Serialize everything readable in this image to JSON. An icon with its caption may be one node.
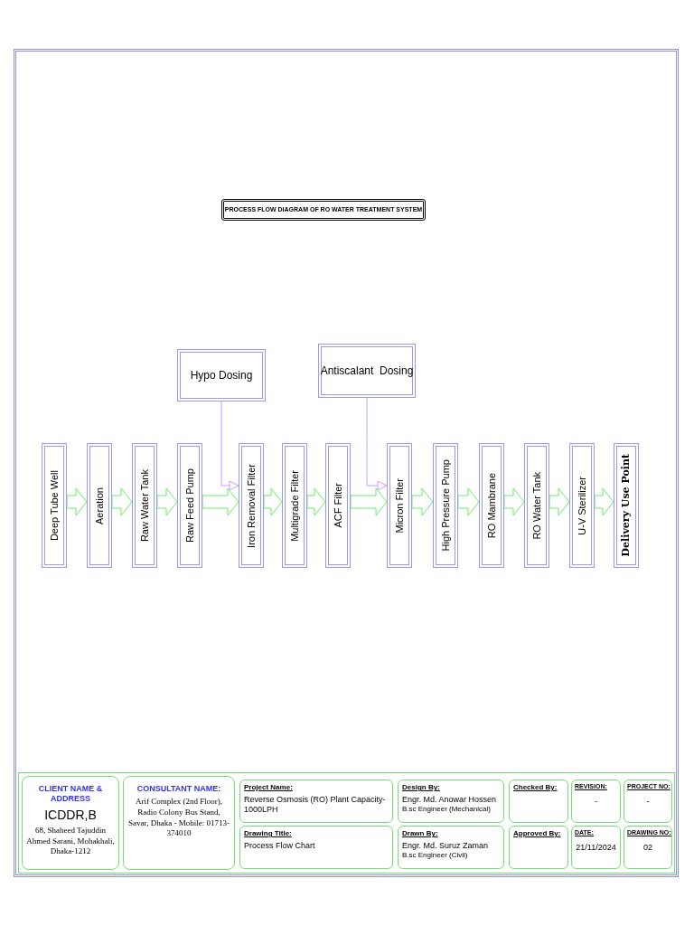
{
  "diagram": {
    "title": "PROCESS FLOW DIAGRAM OF RO WATER TREATMENT SYSTEM",
    "nodes": [
      {
        "text": [
          "Deep Tube Well"
        ]
      },
      {
        "text": [
          "Aeration"
        ]
      },
      {
        "text": [
          "Raw Water Tank"
        ]
      },
      {
        "text": [
          "Raw Feed Pump"
        ]
      },
      {
        "text": [
          "Iron Removal Filter"
        ]
      },
      {
        "text": [
          "Multigrade Filter"
        ]
      },
      {
        "text": [
          "ACF Filter"
        ]
      },
      {
        "text": [
          "Micron Filter"
        ]
      },
      {
        "text": [
          "High Pressure Pump"
        ]
      },
      {
        "text": [
          "RO Mambrane"
        ]
      },
      {
        "text": [
          "RO Water Tank"
        ]
      },
      {
        "text": [
          "U-V Sterilizer"
        ]
      },
      {
        "text": [
          "Delivery Use Point"
        ]
      },
      {
        "text": [
          "Hypo Dosing"
        ]
      },
      {
        "text": [
          "Antiscalant  Dosing"
        ]
      },
      {
        "text": [
          "CLIENT NAME & ADDRESS",
          "ICDDR,B",
          "68, Shaheed Tajuddin Ahmed Sarani, Mohakhali, Dhaka-1212"
        ]
      },
      {
        "text": [
          "CONSULTANT NAME:",
          "Arif Complex (2nd Floor), Radio Colony Bus Stand, Savar, Dhaka - Mobile: 01713-374010"
        ]
      },
      {
        "text": [
          "Project Name:",
          "Reverse Osmosis (RO) Plant  Capacity-1000LPH"
        ]
      },
      {
        "text": [
          "Drawing Title:",
          "Process Flow Chart"
        ]
      },
      {
        "text": [
          "Design By:",
          "Engr. Md. Anowar Hossen",
          "B.sc Engineer (Mechanical)"
        ]
      },
      {
        "text": [
          "Drawn By:",
          "Engr. Md. Suruz Zaman",
          "B.sc Engineer (Civil)"
        ]
      },
      {
        "text": [
          "Checked By:"
        ]
      },
      {
        "text": [
          "Approved By:"
        ]
      },
      {
        "text": [
          "REVISION:",
          "-"
        ]
      },
      {
        "text": [
          "PROJECT NO:",
          "-"
        ]
      },
      {
        "text": [
          "DATE:",
          "21/11/2024"
        ]
      },
      {
        "text": [
          "DRAWING NO:",
          "02"
        ]
      }
    ],
    "edges": [
      {
        "from": 0,
        "to": 1,
        "arrow": "to"
      },
      {
        "from": 1,
        "to": 2,
        "arrow": "to"
      },
      {
        "from": 2,
        "to": 3,
        "arrow": "to"
      },
      {
        "from": 3,
        "to": 4,
        "arrow": "to"
      },
      {
        "from": 4,
        "to": 5,
        "arrow": "to"
      },
      {
        "from": 5,
        "to": 6,
        "arrow": "to"
      },
      {
        "from": 6,
        "to": 7,
        "arrow": "to"
      },
      {
        "from": 7,
        "to": 8,
        "arrow": "to"
      },
      {
        "from": 8,
        "to": 9,
        "arrow": "to"
      },
      {
        "from": 9,
        "to": 10,
        "arrow": "to"
      },
      {
        "from": 10,
        "to": 11,
        "arrow": "to"
      },
      {
        "from": 11,
        "to": 12,
        "arrow": "to"
      },
      {
        "from": 13,
        "to": 4,
        "arrow": "to",
        "color": "#cc99ff"
      },
      {
        "from": 14,
        "to": 7,
        "arrow": "to",
        "color": "#cc99ff"
      }
    ]
  }
}
